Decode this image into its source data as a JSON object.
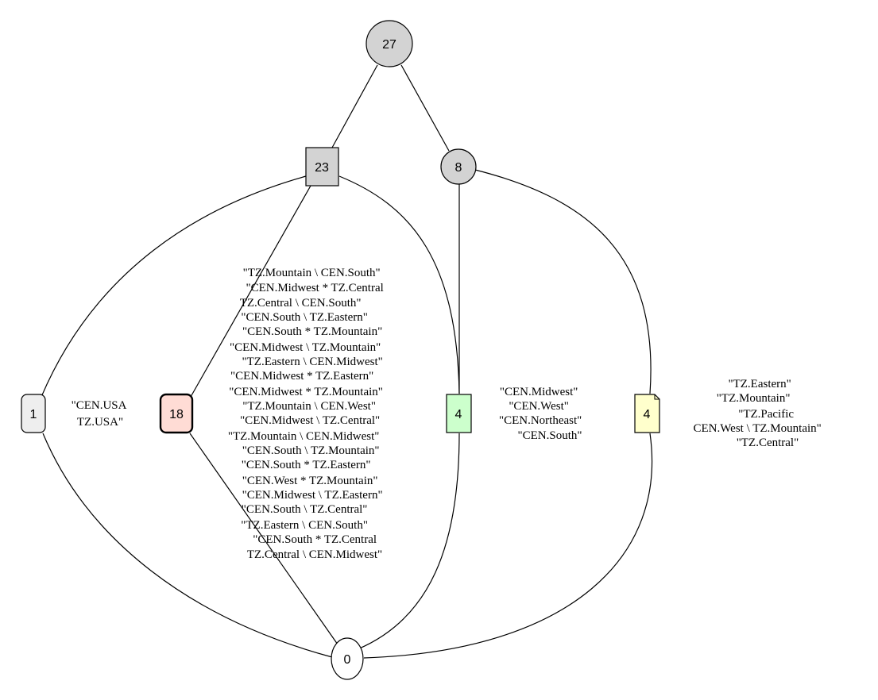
{
  "nodes": {
    "n27": {
      "label": "27",
      "fill": "#d3d3d3"
    },
    "n23": {
      "label": "23",
      "fill": "#d3d3d3"
    },
    "n8": {
      "label": "8",
      "fill": "#d3d3d3"
    },
    "n1": {
      "label": "1",
      "fill": "#eeeeee"
    },
    "n18": {
      "label": "18",
      "fill": "#ffdcd5"
    },
    "n4a": {
      "label": "4",
      "fill": "#ccffcc"
    },
    "n4b": {
      "label": "4",
      "fill": "#ffffcc"
    },
    "n0": {
      "label": "0",
      "fill": "#ffffff"
    }
  },
  "labels": {
    "n1": [
      "\"CEN.USA",
      "TZ.USA\""
    ],
    "n18": [
      "\"TZ.Mountain \\ CEN.South\"",
      "\"CEN.Midwest * TZ.Central",
      "TZ.Central \\ CEN.South\"",
      "\"CEN.South \\ TZ.Eastern\"",
      "\"CEN.South * TZ.Mountain\"",
      "\"CEN.Midwest \\ TZ.Mountain\"",
      "\"TZ.Eastern \\ CEN.Midwest\"",
      "\"CEN.Midwest * TZ.Eastern\"",
      "\"CEN.Midwest * TZ.Mountain\"",
      "\"TZ.Mountain \\ CEN.West\"",
      "\"CEN.Midwest \\ TZ.Central\"",
      "\"TZ.Mountain \\ CEN.Midwest\"",
      "\"CEN.South \\ TZ.Mountain\"",
      "\"CEN.South * TZ.Eastern\"",
      "\"CEN.West * TZ.Mountain\"",
      "\"CEN.Midwest \\ TZ.Eastern\"",
      "\"CEN.South \\ TZ.Central\"",
      "\"TZ.Eastern \\ CEN.South\"",
      "\"CEN.South * TZ.Central",
      "TZ.Central \\ CEN.Midwest\""
    ],
    "n4a": [
      "\"CEN.Midwest\"",
      "\"CEN.West\"",
      "\"CEN.Northeast\"",
      "\"CEN.South\""
    ],
    "n4b": [
      "\"TZ.Eastern\"",
      "\"TZ.Mountain\"",
      "\"TZ.Pacific",
      "CEN.West \\ TZ.Mountain\"",
      "\"TZ.Central\""
    ]
  }
}
